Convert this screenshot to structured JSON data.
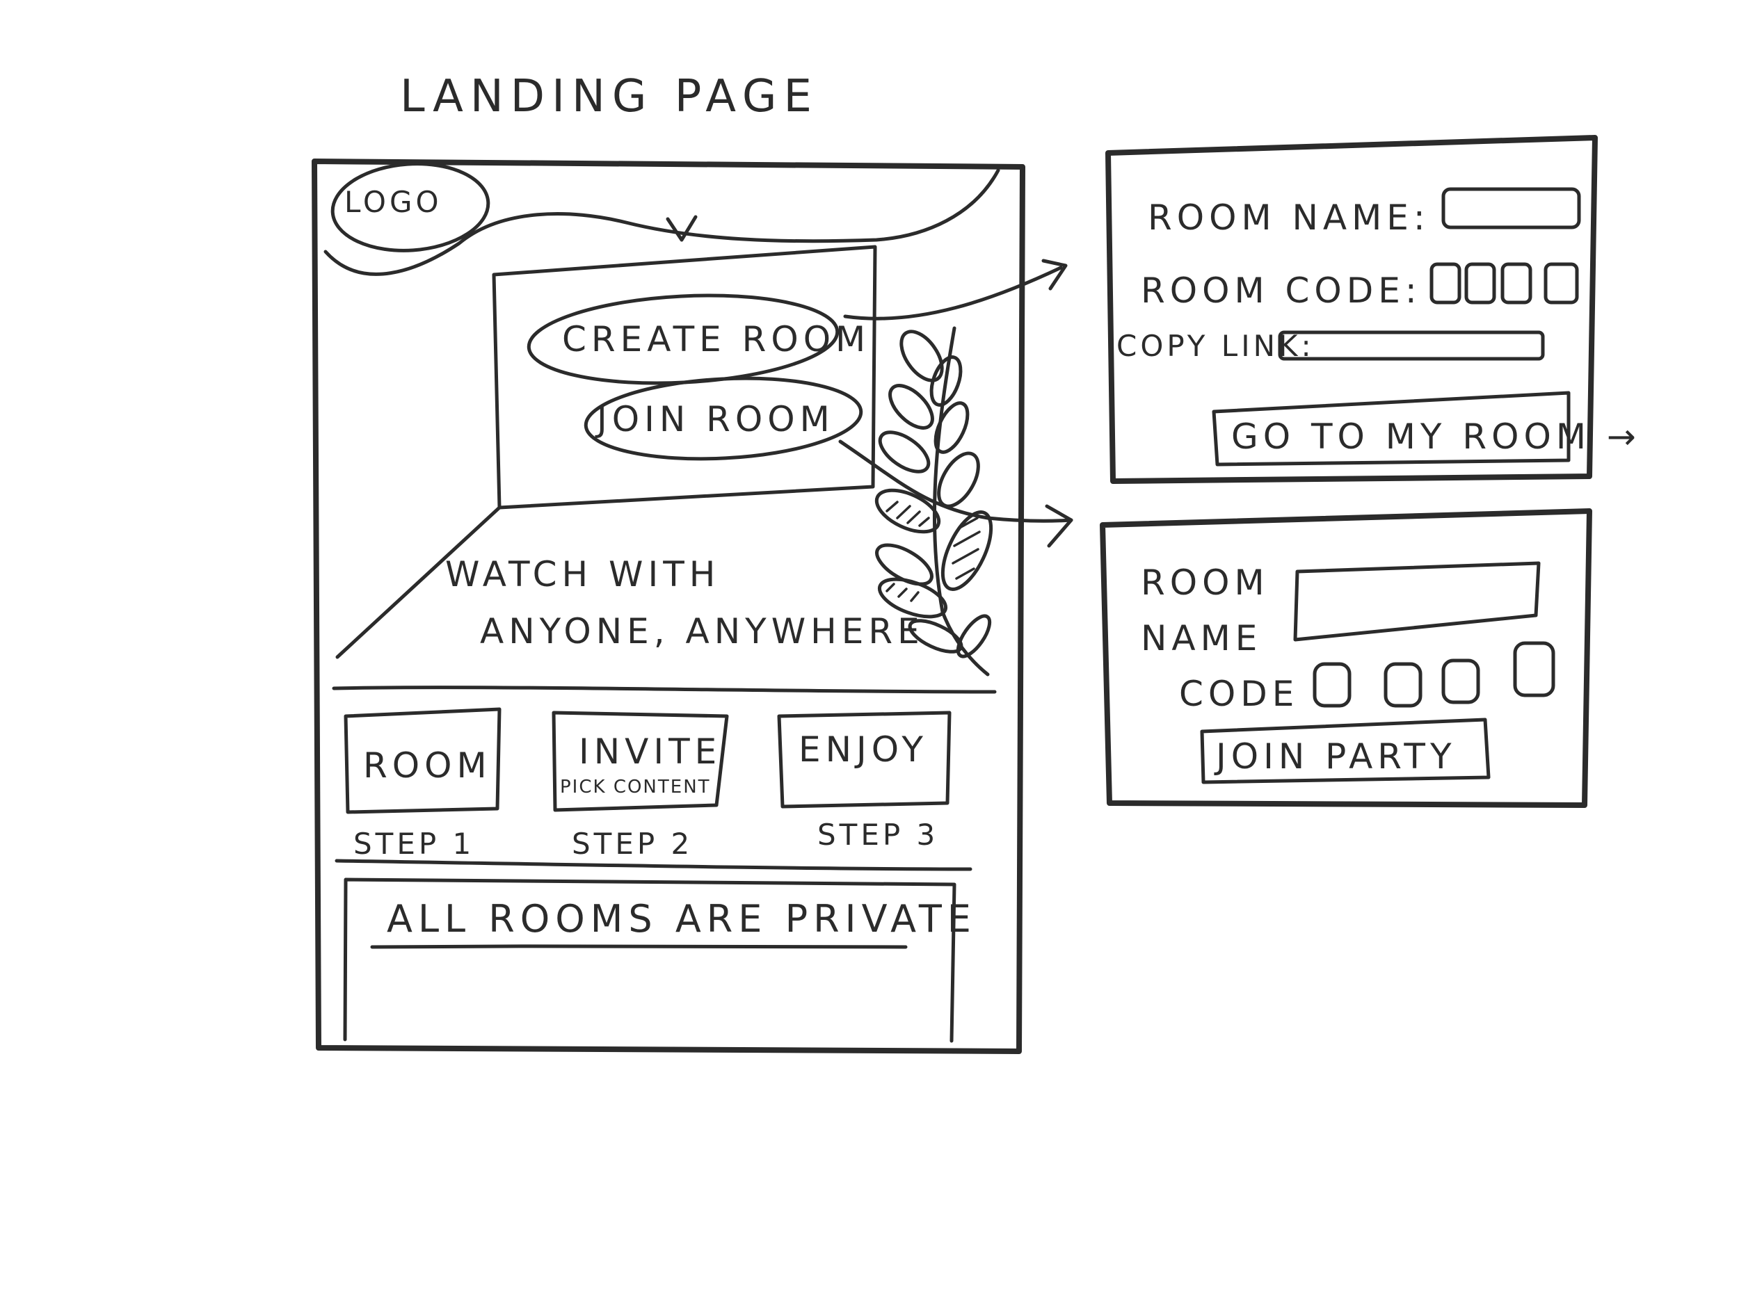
{
  "title": "LANDING PAGE",
  "landing": {
    "logo": "LOGO",
    "create_room": "CREATE ROOM",
    "join_room": "JOIN ROOM",
    "tagline_line1": "WATCH WITH",
    "tagline_line2": "ANYONE, ANYWHERE",
    "steps": [
      {
        "box_label": "ROOM",
        "box_sublabel": "",
        "step_label": "STEP 1"
      },
      {
        "box_label": "INVITE",
        "box_sublabel": "PICK CONTENT",
        "step_label": "STEP 2"
      },
      {
        "box_label": "ENJOY",
        "box_sublabel": "",
        "step_label": "STEP 3"
      }
    ],
    "private_note": "ALL ROOMS ARE PRIVATE"
  },
  "create_panel": {
    "room_name_label": "ROOM NAME:",
    "room_code_label": "ROOM CODE:",
    "copy_link_label": "COPY LINK:",
    "go_button": "GO TO MY ROOM →"
  },
  "join_panel": {
    "room_label_line1": "ROOM",
    "room_label_line2": "NAME",
    "code_label": "CODE",
    "join_button": "JOIN PARTY"
  }
}
